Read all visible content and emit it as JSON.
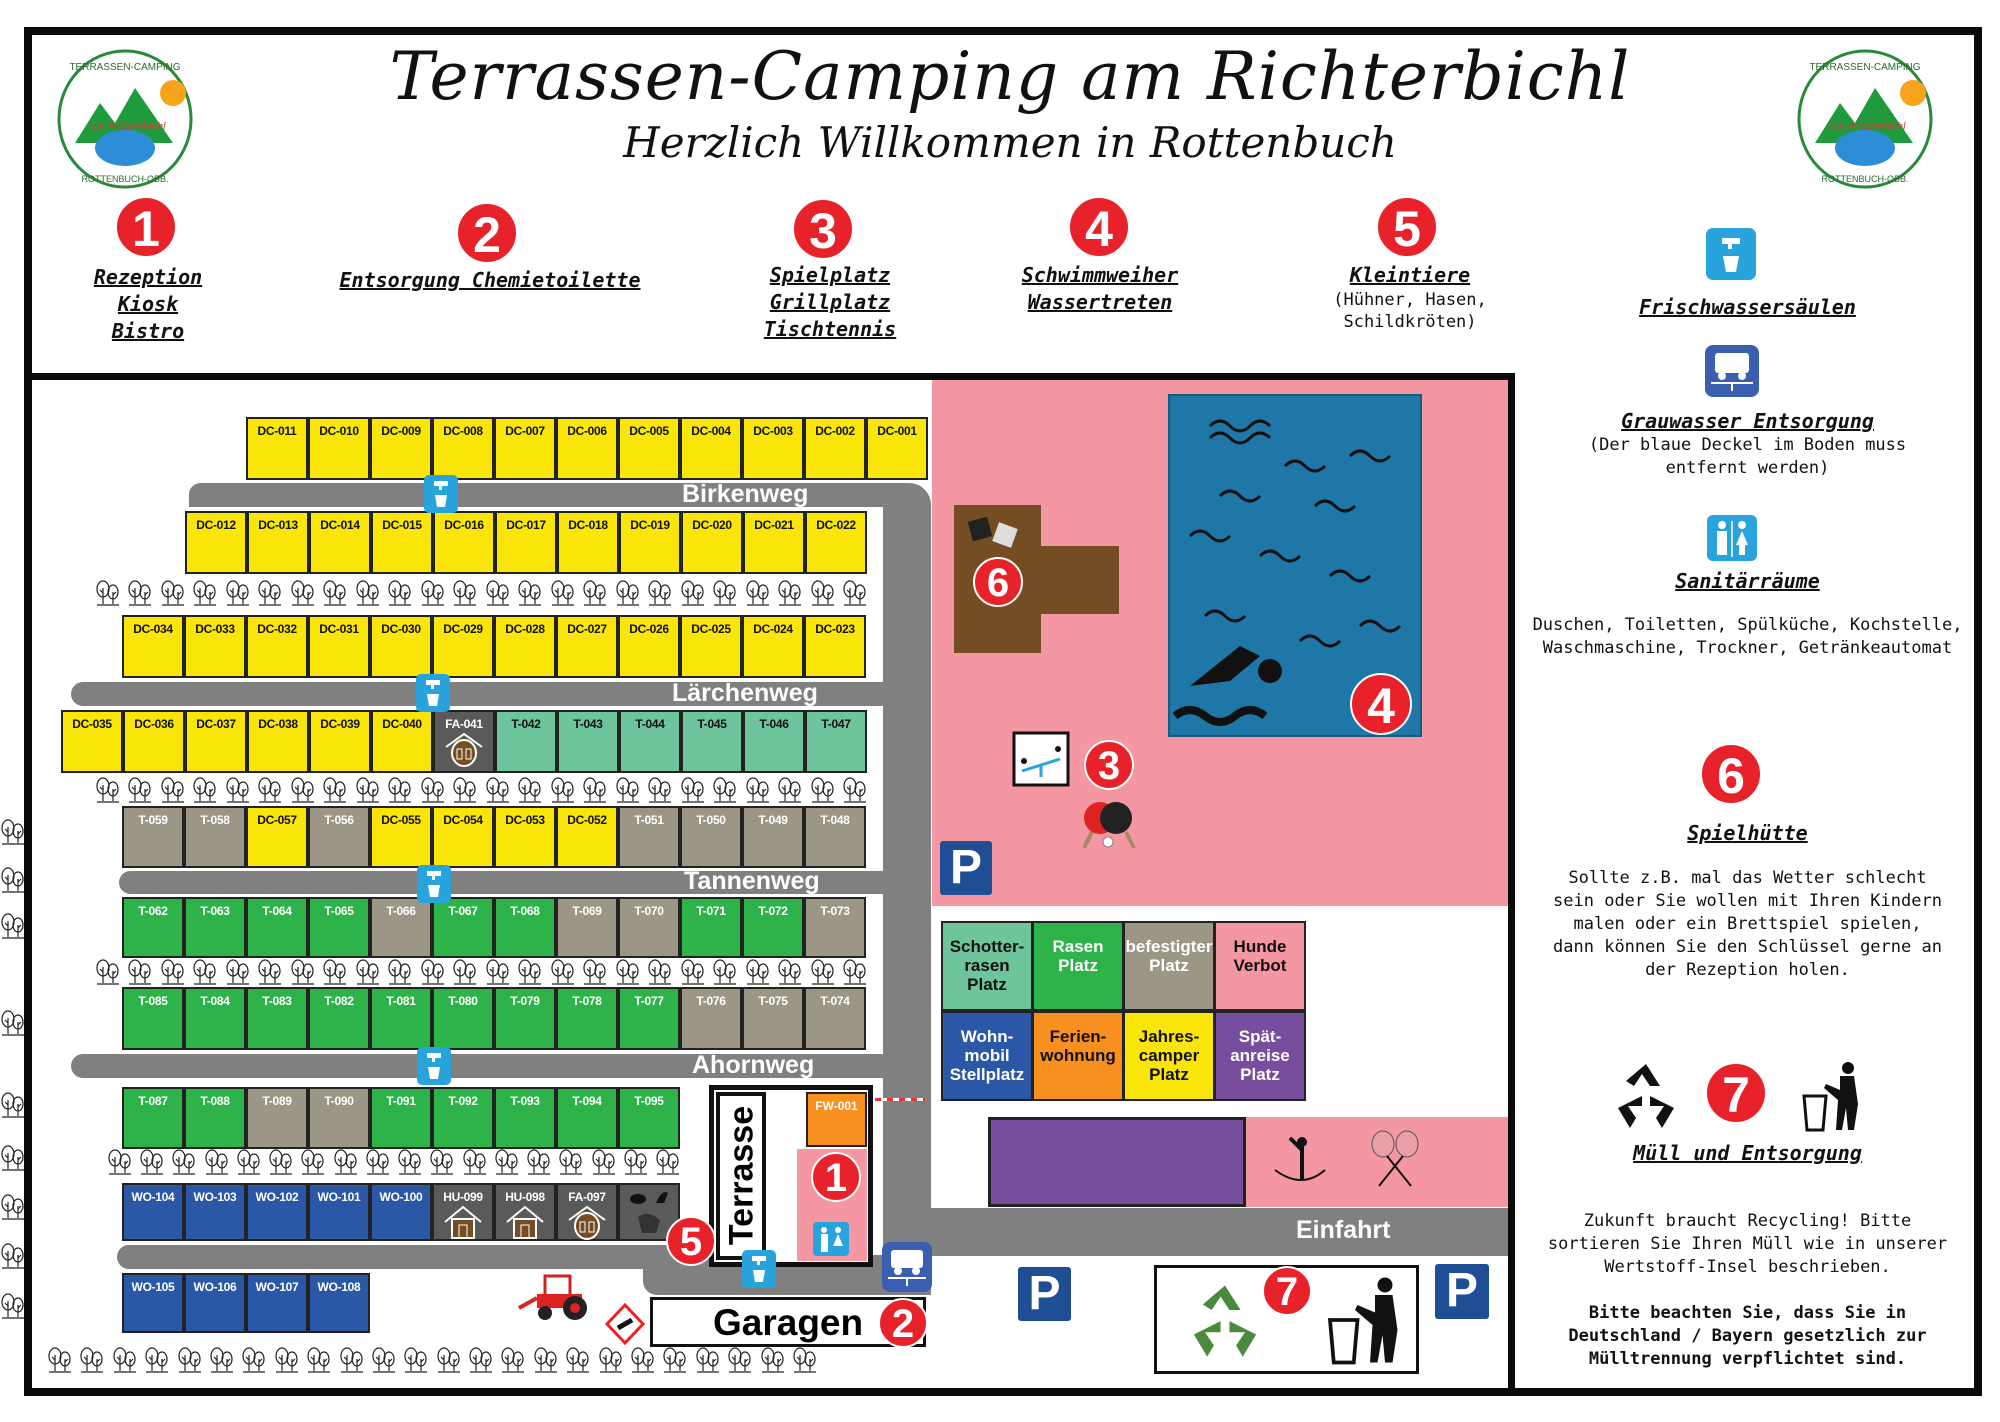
{
  "header": {
    "title": "Terrassen-Camping am Richterbichl",
    "subtitle": "Herzlich Willkommen in Rottenbuch",
    "logo_text": "TERRASSEN-CAMPING Am Richterbichl ROTTENBUCH-OBB."
  },
  "legend": [
    {
      "number": "1",
      "lines": [
        "Rezeption",
        "Kiosk",
        "Bistro"
      ]
    },
    {
      "number": "2",
      "lines": [
        "Entsorgung Chemietoilette"
      ]
    },
    {
      "number": "3",
      "lines": [
        "Spielplatz",
        "Grillplatz",
        "Tischtennis"
      ]
    },
    {
      "number": "4",
      "lines": [
        "Schwimmweiher",
        "Wassertreten"
      ]
    },
    {
      "number": "5",
      "lines": [
        "Kleintiere"
      ],
      "note": "(Hühner, Hasen, Schildkröten)"
    }
  ],
  "side_panel": {
    "fresh_water": {
      "title": "Frischwassersäulen",
      "icon": "water-tap-icon"
    },
    "grey_water": {
      "title": "Grauwasser Entsorgung",
      "note": "(Der blaue Deckel im Boden muss entfernt werden)",
      "icon": "grey-water-disposal-icon"
    },
    "sanitary": {
      "title": "Sanitärräume",
      "note": "Duschen, Toiletten, Spülküche, Kochstelle, Waschmaschine, Trockner, Getränkeautomat",
      "icon": "restroom-icon"
    },
    "play_hut": {
      "number": "6",
      "title": "Spielhütte",
      "note": "Sollte z.B. mal das Wetter schlecht sein oder Sie wollen mit Ihren Kindern malen oder ein Brettspiel spielen, dann können Sie den Schlüssel gerne an der Rezeption holen."
    },
    "waste": {
      "number": "7",
      "title": "Müll und Entsorgung",
      "note": "Zukunft braucht Recycling! Bitte sortieren Sie Ihren Müll wie in unserer Wertstoff-Insel beschrieben.",
      "note_bold": "Bitte beachten Sie, dass Sie in Deutschland / Bayern gesetzlich zur Mülltrennung verpflichtet sind."
    }
  },
  "colors": {
    "dc": "#f9e608",
    "schotter": "#6fc59b",
    "rasen": "#2db34a",
    "befestigt": "#9b9685",
    "wohnmobil": "#2b58a6",
    "ferien": "#f7901e",
    "spaet": "#774d9e",
    "hund": "#f497a3",
    "hut": "#5a5a58",
    "road": "#808080",
    "marker": "#e8222a",
    "water": "#1f77a8",
    "tap": "#29a3dc",
    "parking": "#1f4e95"
  },
  "roads": {
    "birkenweg": "Birkenweg",
    "laerchenweg": "Lärchenweg",
    "tannenweg": "Tannenweg",
    "ahornweg": "Ahornweg",
    "einfahrt": "Einfahrt"
  },
  "plot_rows": [
    [
      [
        "DC-011",
        "dc"
      ],
      [
        "DC-010",
        "dc"
      ],
      [
        "DC-009",
        "dc"
      ],
      [
        "DC-008",
        "dc"
      ],
      [
        "DC-007",
        "dc"
      ],
      [
        "DC-006",
        "dc"
      ],
      [
        "DC-005",
        "dc"
      ],
      [
        "DC-004",
        "dc"
      ],
      [
        "DC-003",
        "dc"
      ],
      [
        "DC-002",
        "dc"
      ],
      [
        "DC-001",
        "dc"
      ]
    ],
    [
      [
        "DC-012",
        "dc"
      ],
      [
        "DC-013",
        "dc"
      ],
      [
        "DC-014",
        "dc"
      ],
      [
        "DC-015",
        "dc"
      ],
      [
        "DC-016",
        "dc"
      ],
      [
        "DC-017",
        "dc"
      ],
      [
        "DC-018",
        "dc"
      ],
      [
        "DC-019",
        "dc"
      ],
      [
        "DC-020",
        "dc"
      ],
      [
        "DC-021",
        "dc"
      ],
      [
        "DC-022",
        "dc"
      ]
    ],
    [
      [
        "DC-034",
        "dc"
      ],
      [
        "DC-033",
        "dc"
      ],
      [
        "DC-032",
        "dc"
      ],
      [
        "DC-031",
        "dc"
      ],
      [
        "DC-030",
        "dc"
      ],
      [
        "DC-029",
        "dc"
      ],
      [
        "DC-028",
        "dc"
      ],
      [
        "DC-027",
        "dc"
      ],
      [
        "DC-026",
        "dc"
      ],
      [
        "DC-025",
        "dc"
      ],
      [
        "DC-024",
        "dc"
      ],
      [
        "DC-023",
        "dc"
      ]
    ],
    [
      [
        "DC-035",
        "dc"
      ],
      [
        "DC-036",
        "dc"
      ],
      [
        "DC-037",
        "dc"
      ],
      [
        "DC-038",
        "dc"
      ],
      [
        "DC-039",
        "dc"
      ],
      [
        "DC-040",
        "dc"
      ],
      [
        "FA-041",
        "hutround"
      ],
      [
        "T-042",
        "schotter"
      ],
      [
        "T-043",
        "schotter"
      ],
      [
        "T-044",
        "schotter"
      ],
      [
        "T-045",
        "schotter"
      ],
      [
        "T-046",
        "schotter"
      ],
      [
        "T-047",
        "schotter"
      ]
    ],
    [
      [
        "T-059",
        "befestigt"
      ],
      [
        "T-058",
        "befestigt"
      ],
      [
        "DC-057",
        "dc"
      ],
      [
        "T-056",
        "befestigt"
      ],
      [
        "DC-055",
        "dc"
      ],
      [
        "DC-054",
        "dc"
      ],
      [
        "DC-053",
        "dc"
      ],
      [
        "DC-052",
        "dc"
      ],
      [
        "T-051",
        "befestigt"
      ],
      [
        "T-050",
        "befestigt"
      ],
      [
        "T-049",
        "befestigt"
      ],
      [
        "T-048",
        "befestigt"
      ]
    ],
    [
      [
        "T-062",
        "rasen"
      ],
      [
        "T-063",
        "rasen"
      ],
      [
        "T-064",
        "rasen"
      ],
      [
        "T-065",
        "rasen"
      ],
      [
        "T-066",
        "befestigt"
      ],
      [
        "T-067",
        "rasen"
      ],
      [
        "T-068",
        "rasen"
      ],
      [
        "T-069",
        "befestigt"
      ],
      [
        "T-070",
        "befestigt"
      ],
      [
        "T-071",
        "rasen"
      ],
      [
        "T-072",
        "rasen"
      ],
      [
        "T-073",
        "befestigt"
      ]
    ],
    [
      [
        "T-085",
        "rasen"
      ],
      [
        "T-084",
        "rasen"
      ],
      [
        "T-083",
        "rasen"
      ],
      [
        "T-082",
        "rasen"
      ],
      [
        "T-081",
        "rasen"
      ],
      [
        "T-080",
        "rasen"
      ],
      [
        "T-079",
        "rasen"
      ],
      [
        "T-078",
        "rasen"
      ],
      [
        "T-077",
        "rasen"
      ],
      [
        "T-076",
        "befestigt"
      ],
      [
        "T-075",
        "befestigt"
      ],
      [
        "T-074",
        "befestigt"
      ]
    ],
    [
      [
        "T-087",
        "rasen"
      ],
      [
        "T-088",
        "rasen"
      ],
      [
        "T-089",
        "befestigt"
      ],
      [
        "T-090",
        "befestigt"
      ],
      [
        "T-091",
        "rasen"
      ],
      [
        "T-092",
        "rasen"
      ],
      [
        "T-093",
        "rasen"
      ],
      [
        "T-094",
        "rasen"
      ],
      [
        "T-095",
        "rasen"
      ]
    ],
    [
      [
        "WO-104",
        "wohnmobil"
      ],
      [
        "WO-103",
        "wohnmobil"
      ],
      [
        "WO-102",
        "wohnmobil"
      ],
      [
        "WO-101",
        "wohnmobil"
      ],
      [
        "WO-100",
        "wohnmobil"
      ],
      [
        "HU-099",
        "hut"
      ],
      [
        "HU-098",
        "hut"
      ],
      [
        "FA-097",
        "hutround"
      ],
      [
        "",
        "animals"
      ]
    ],
    [
      [
        "WO-105",
        "wohnmobil"
      ],
      [
        "WO-106",
        "wohnmobil"
      ],
      [
        "WO-107",
        "wohnmobil"
      ],
      [
        "WO-108",
        "wohnmobil"
      ]
    ]
  ],
  "special": {
    "fw": "FW-001",
    "terrasse": "Terrasse",
    "garagen": "Garagen",
    "parking": "P",
    "marker_1": "1",
    "marker_2": "2",
    "marker_3": "3",
    "marker_4": "4",
    "marker_5": "5",
    "marker_6": "6",
    "marker_7": "7"
  },
  "map_legend": [
    {
      "label": "Schotter-rasen Platz",
      "color": "schotter",
      "text": "#111"
    },
    {
      "label": "Rasen Platz",
      "color": "rasen",
      "text": "#fff"
    },
    {
      "label": "befestigter Platz",
      "color": "befestigt",
      "text": "#fff"
    },
    {
      "label": "Hunde Verbot",
      "color": "hund",
      "text": "#111"
    },
    {
      "label": "Wohn-mobil Stellplatz",
      "color": "wohnmobil",
      "text": "#fff"
    },
    {
      "label": "Ferien-wohnung",
      "color": "ferien",
      "text": "#111"
    },
    {
      "label": "Jahres-camper Platz",
      "color": "dc",
      "text": "#111"
    },
    {
      "label": "Spät-anreise Platz",
      "color": "spaet",
      "text": "#fff"
    }
  ]
}
